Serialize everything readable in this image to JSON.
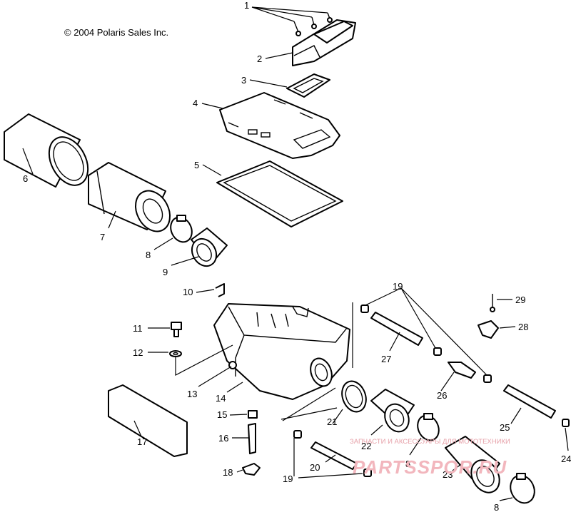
{
  "copyright": "© 2004 Polaris Sales Inc.",
  "watermark": {
    "tagline": "ЗАПЧАСТИ И АКСЕССУАРЫ ДЛЯ МОТОТЕХНИКИ",
    "logo_text": "PARTSSPOR.RU",
    "color": "#f2b6bd"
  },
  "callouts": {
    "n1": "1",
    "n2": "2",
    "n3": "3",
    "n4": "4",
    "n5": "5",
    "n6": "6",
    "n7": "7",
    "n8a": "8",
    "n8b": "8",
    "n8c": "8",
    "n9": "9",
    "n10": "10",
    "n11": "11",
    "n12": "12",
    "n13": "13",
    "n14": "14",
    "n15": "15",
    "n16": "16",
    "n17": "17",
    "n18": "18",
    "n19a": "19",
    "n19b": "19",
    "n20": "20",
    "n21": "21",
    "n22": "22",
    "n23": "23",
    "n24": "24",
    "n25": "25",
    "n26": "26",
    "n27": "27",
    "n28": "28",
    "n29": "29"
  }
}
